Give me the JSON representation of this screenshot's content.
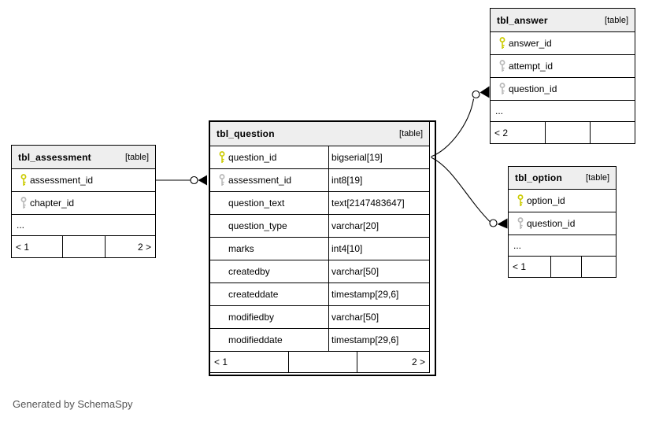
{
  "note": "Generated by SchemaSpy",
  "colors": {
    "header_bg": "#eeeeee",
    "border": "#000000",
    "primary_key": "#cbcb00",
    "foreign_key": "#b8b8b8",
    "note_text": "#555555"
  },
  "tables": [
    {
      "name": "tbl_assessment",
      "badge": "[table]",
      "columns": [
        {
          "name": "assessment_id",
          "key": "pk"
        },
        {
          "name": "chapter_id",
          "key": "fk"
        }
      ],
      "ellipsis": "...",
      "footer": {
        "left": "< 1",
        "middle": "",
        "right": "2 >"
      }
    },
    {
      "name": "tbl_question",
      "badge": "[table]",
      "columns": [
        {
          "name": "question_id",
          "key": "pk",
          "type": "bigserial[19]"
        },
        {
          "name": "assessment_id",
          "key": "fk",
          "type": "int8[19]"
        },
        {
          "name": "question_text",
          "key": "",
          "type": "text[2147483647]"
        },
        {
          "name": "question_type",
          "key": "",
          "type": "varchar[20]"
        },
        {
          "name": "marks",
          "key": "",
          "type": "int4[10]"
        },
        {
          "name": "createdby",
          "key": "",
          "type": "varchar[50]"
        },
        {
          "name": "createddate",
          "key": "",
          "type": "timestamp[29,6]"
        },
        {
          "name": "modifiedby",
          "key": "",
          "type": "varchar[50]"
        },
        {
          "name": "modifieddate",
          "key": "",
          "type": "timestamp[29,6]"
        }
      ],
      "footer": {
        "left": "< 1",
        "middle": "",
        "right": "2 >"
      }
    },
    {
      "name": "tbl_answer",
      "badge": "[table]",
      "columns": [
        {
          "name": "answer_id",
          "key": "pk"
        },
        {
          "name": "attempt_id",
          "key": "fk"
        },
        {
          "name": "question_id",
          "key": "fk"
        }
      ],
      "ellipsis": "...",
      "footer": {
        "left": "< 2",
        "middle": "",
        "right": ""
      }
    },
    {
      "name": "tbl_option",
      "badge": "[table]",
      "columns": [
        {
          "name": "option_id",
          "key": "pk"
        },
        {
          "name": "question_id",
          "key": "fk"
        }
      ],
      "ellipsis": "...",
      "footer": {
        "left": "< 1",
        "middle": "",
        "right": ""
      }
    }
  ],
  "relationships": [
    {
      "from": "tbl_assessment.assessment_id",
      "to": "tbl_question.assessment_id"
    },
    {
      "from": "tbl_question.question_id",
      "to": "tbl_answer.question_id"
    },
    {
      "from": "tbl_question.question_id",
      "to": "tbl_option.question_id"
    }
  ]
}
